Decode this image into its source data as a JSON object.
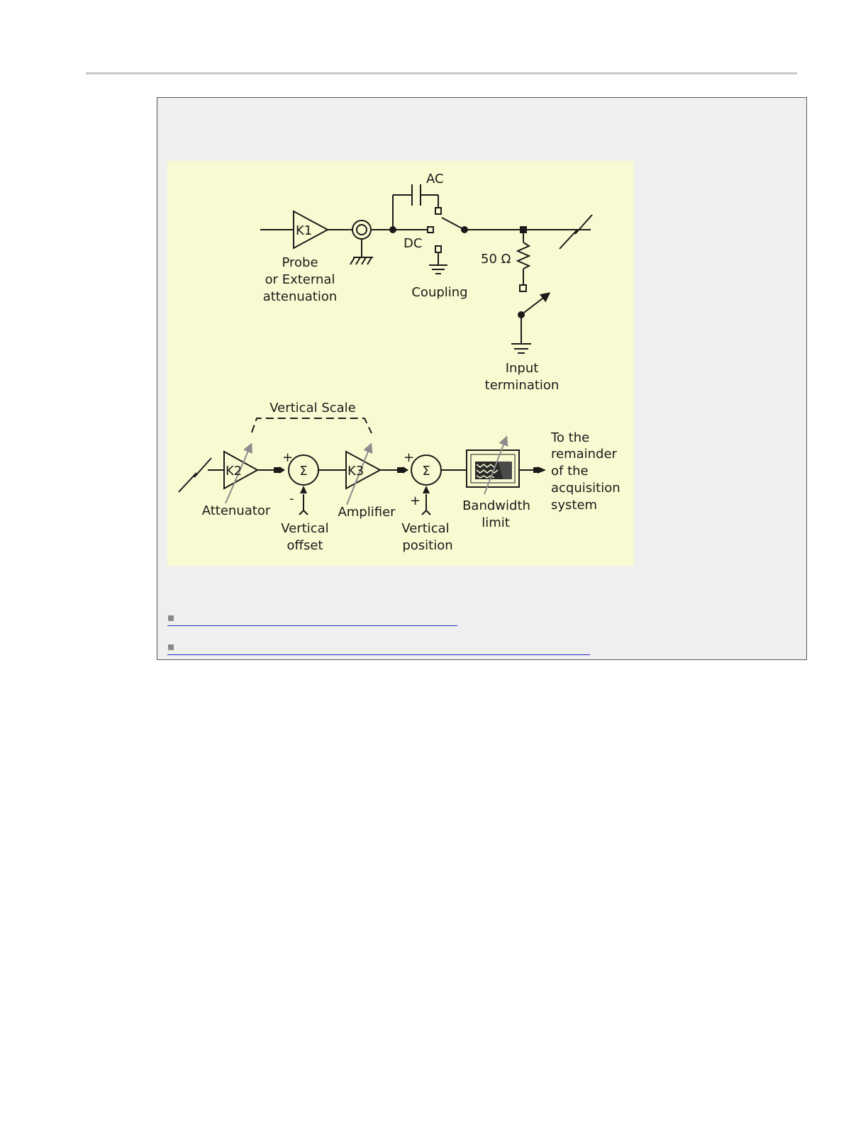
{
  "diagram": {
    "labels": {
      "ac": "AC",
      "dc": "DC",
      "k1": "K1",
      "k2": "K2",
      "k3": "K3",
      "probe_line1": "Probe",
      "probe_line2": "or External",
      "probe_line3": "attenuation",
      "coupling": "Coupling",
      "resistor": "50 Ω",
      "input_line1": "Input",
      "input_line2": "termination",
      "vertical_scale": "Vertical Scale",
      "attenuator": "Attenuator",
      "amplifier": "Amplifier",
      "sigma": "Σ",
      "plus": "+",
      "minus": "-",
      "offset_line1": "Vertical",
      "offset_line2": "offset",
      "position_line1": "Vertical",
      "position_line2": "position",
      "bandwidth_line1": "Bandwidth",
      "bandwidth_line2": "limit",
      "remainder_line1": "To the",
      "remainder_line2": "remainder",
      "remainder_line3": "of the",
      "remainder_line4": "acquisition",
      "remainder_line5": "system"
    },
    "colors": {
      "background": "#fafad2",
      "line": "#1a1a1a",
      "arrow": "#8c8c8c"
    }
  },
  "links": [
    {
      "label": ""
    },
    {
      "label": ""
    }
  ]
}
